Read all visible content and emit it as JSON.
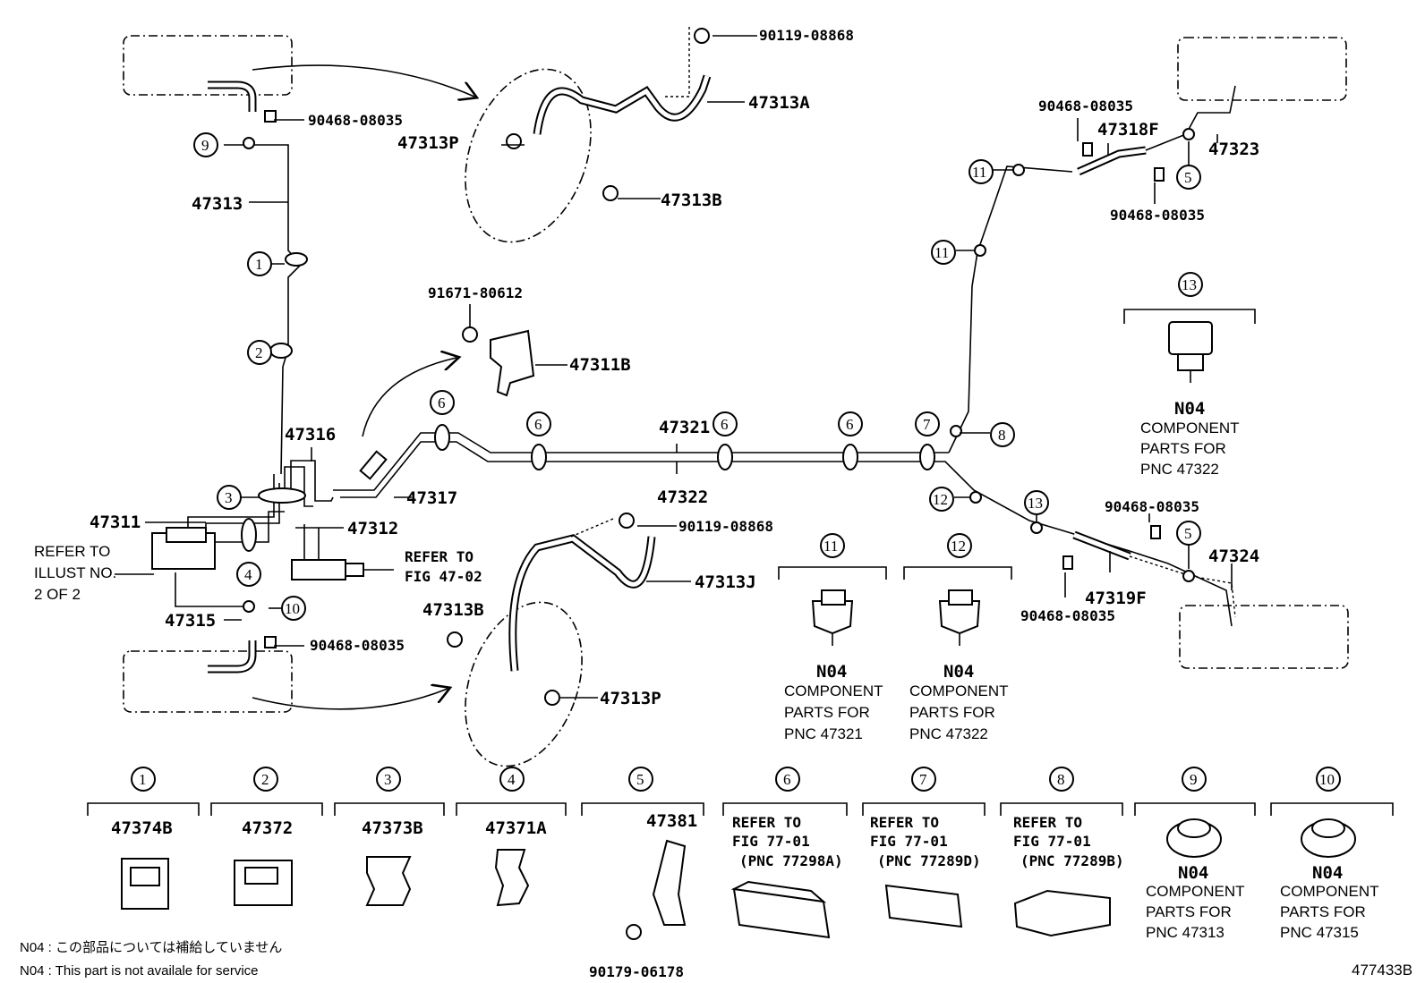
{
  "diagram_id": "477433B",
  "labels": {
    "p47313": "47313",
    "p47313P_top": "47313P",
    "p47313A": "47313A",
    "p47313B_top": "47313B",
    "p90119_top": "90119-08868",
    "p90468_a": "90468-08035",
    "p91671": "91671-80612",
    "p47311B": "47311B",
    "p47316": "47316",
    "p47317": "47317",
    "p47311": "47311",
    "p47312": "47312",
    "p47315": "47315",
    "p90468_b": "90468-08035",
    "p47321": "47321",
    "p47322": "47322",
    "p90119_bot": "90119-08868",
    "p47313J": "47313J",
    "p47313B_bot": "47313B",
    "p47313P_bot": "47313P",
    "p90468_c": "90468-08035",
    "p47318F": "47318F",
    "p47323": "47323",
    "p90468_d": "90468-08035",
    "p90468_e": "90468-08035",
    "p90468_f": "90468-08035",
    "p47319F": "47319F",
    "p47324": "47324",
    "refer_illust_1": "REFER TO",
    "refer_illust_2": "ILLUST NO.",
    "refer_illust_3": "2 OF 2",
    "refer_fig_1": "REFER TO",
    "refer_fig_2": "FIG 47-02"
  },
  "callouts": [
    "1",
    "2",
    "3",
    "4",
    "5",
    "6",
    "7",
    "8",
    "9",
    "10",
    "11",
    "12",
    "13"
  ],
  "component_notes": {
    "c11": {
      "code": "N04",
      "l1": "COMPONENT",
      "l2": "PARTS FOR",
      "l3": "PNC 47321"
    },
    "c12": {
      "code": "N04",
      "l1": "COMPONENT",
      "l2": "PARTS FOR",
      "l3": "PNC 47322"
    },
    "c13": {
      "code": "N04",
      "l1": "COMPONENT",
      "l2": "PARTS FOR",
      "l3": "PNC 47322"
    }
  },
  "legend": [
    {
      "num": "1",
      "part": "47374B"
    },
    {
      "num": "2",
      "part": "47372"
    },
    {
      "num": "3",
      "part": "47373B"
    },
    {
      "num": "4",
      "part": "47371A"
    },
    {
      "num": "5",
      "part": "47381",
      "sub": "90179-06178"
    },
    {
      "num": "6",
      "r1": "REFER TO",
      "r2": "FIG 77-01",
      "r3": "(PNC 77298A)"
    },
    {
      "num": "7",
      "r1": "REFER TO",
      "r2": "FIG 77-01",
      "r3": "(PNC 77289D)"
    },
    {
      "num": "8",
      "r1": "REFER TO",
      "r2": "FIG 77-01",
      "r3": "(PNC 77289B)"
    },
    {
      "num": "9",
      "code": "N04",
      "l1": "COMPONENT",
      "l2": "PARTS FOR",
      "l3": "PNC 47313"
    },
    {
      "num": "10",
      "code": "N04",
      "l1": "COMPONENT",
      "l2": "PARTS FOR",
      "l3": "PNC 47315"
    }
  ],
  "footnotes": {
    "jp": "N04 : この部品については補給していません",
    "en": "N04 :  This part is not availale for service"
  }
}
